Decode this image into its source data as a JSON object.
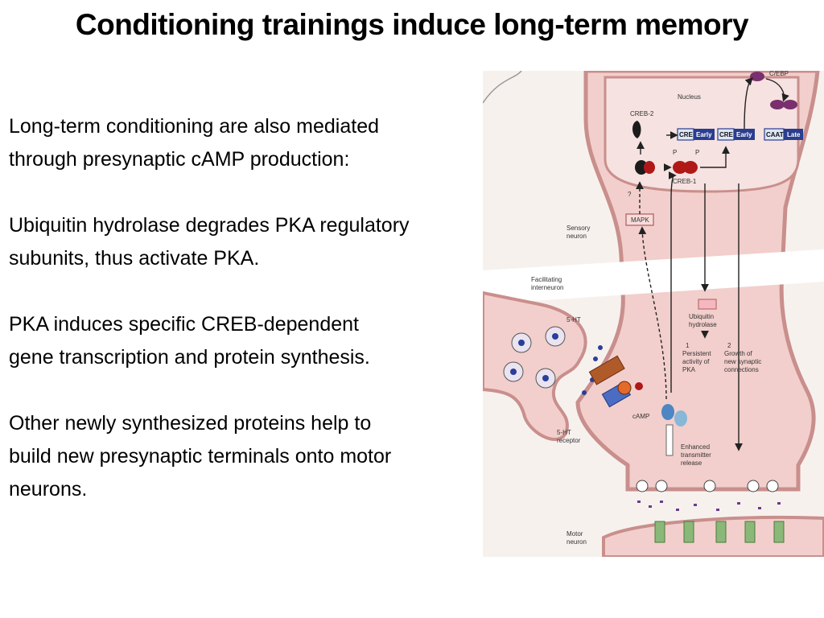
{
  "slide": {
    "title": "Conditioning trainings induce long-term memory"
  },
  "paragraphs": [
    {
      "lines": [
        "Long-term conditioning are also mediated",
        "through presynaptic cAMP production:"
      ]
    },
    {
      "lines": [
        "Ubiquitin hydrolase degrades PKA regulatory",
        "subunits, thus activate PKA."
      ]
    },
    {
      "lines": [
        "PKA induces specific  CREB-dependent",
        "gene transcription and protein synthesis."
      ]
    },
    {
      "lines": [
        "Other newly synthesized proteins help to",
        "build new presynaptic terminals onto motor",
        "neurons."
      ]
    }
  ],
  "figure": {
    "labels": {
      "cebp": "C/EBP",
      "nucleus": "Nucleus",
      "creb2": "CREB-2",
      "cre1": "CRE",
      "early1": "Early",
      "cre2": "CRE",
      "early2": "Early",
      "caat": "CAAT",
      "late": "Late",
      "p1": "P",
      "p2": "P",
      "creb1": "CREB-1",
      "question": "?",
      "mapk": "MAPK",
      "sensory_neuron_1": "Sensory",
      "sensory_neuron_2": "neuron",
      "facilitating_1": "Facilitating",
      "facilitating_2": "interneuron",
      "ubiquitin_1": "Ubiquitin",
      "ubiquitin_2": "hydrolase",
      "step1_num": "1",
      "step1_a": "Persistent",
      "step1_b": "activity of",
      "step1_c": "PKA",
      "step2_num": "2",
      "step2_a": "Growth of",
      "step2_b": "new synaptic",
      "step2_c": "connections",
      "serotonin": "5-HT",
      "camp": "cAMP",
      "receptor_1": "5-HT",
      "receptor_2": "receptor",
      "enhanced_1": "Enhanced",
      "enhanced_2": "transmitter",
      "enhanced_3": "release",
      "motor_1": "Motor",
      "motor_2": "neuron"
    }
  }
}
